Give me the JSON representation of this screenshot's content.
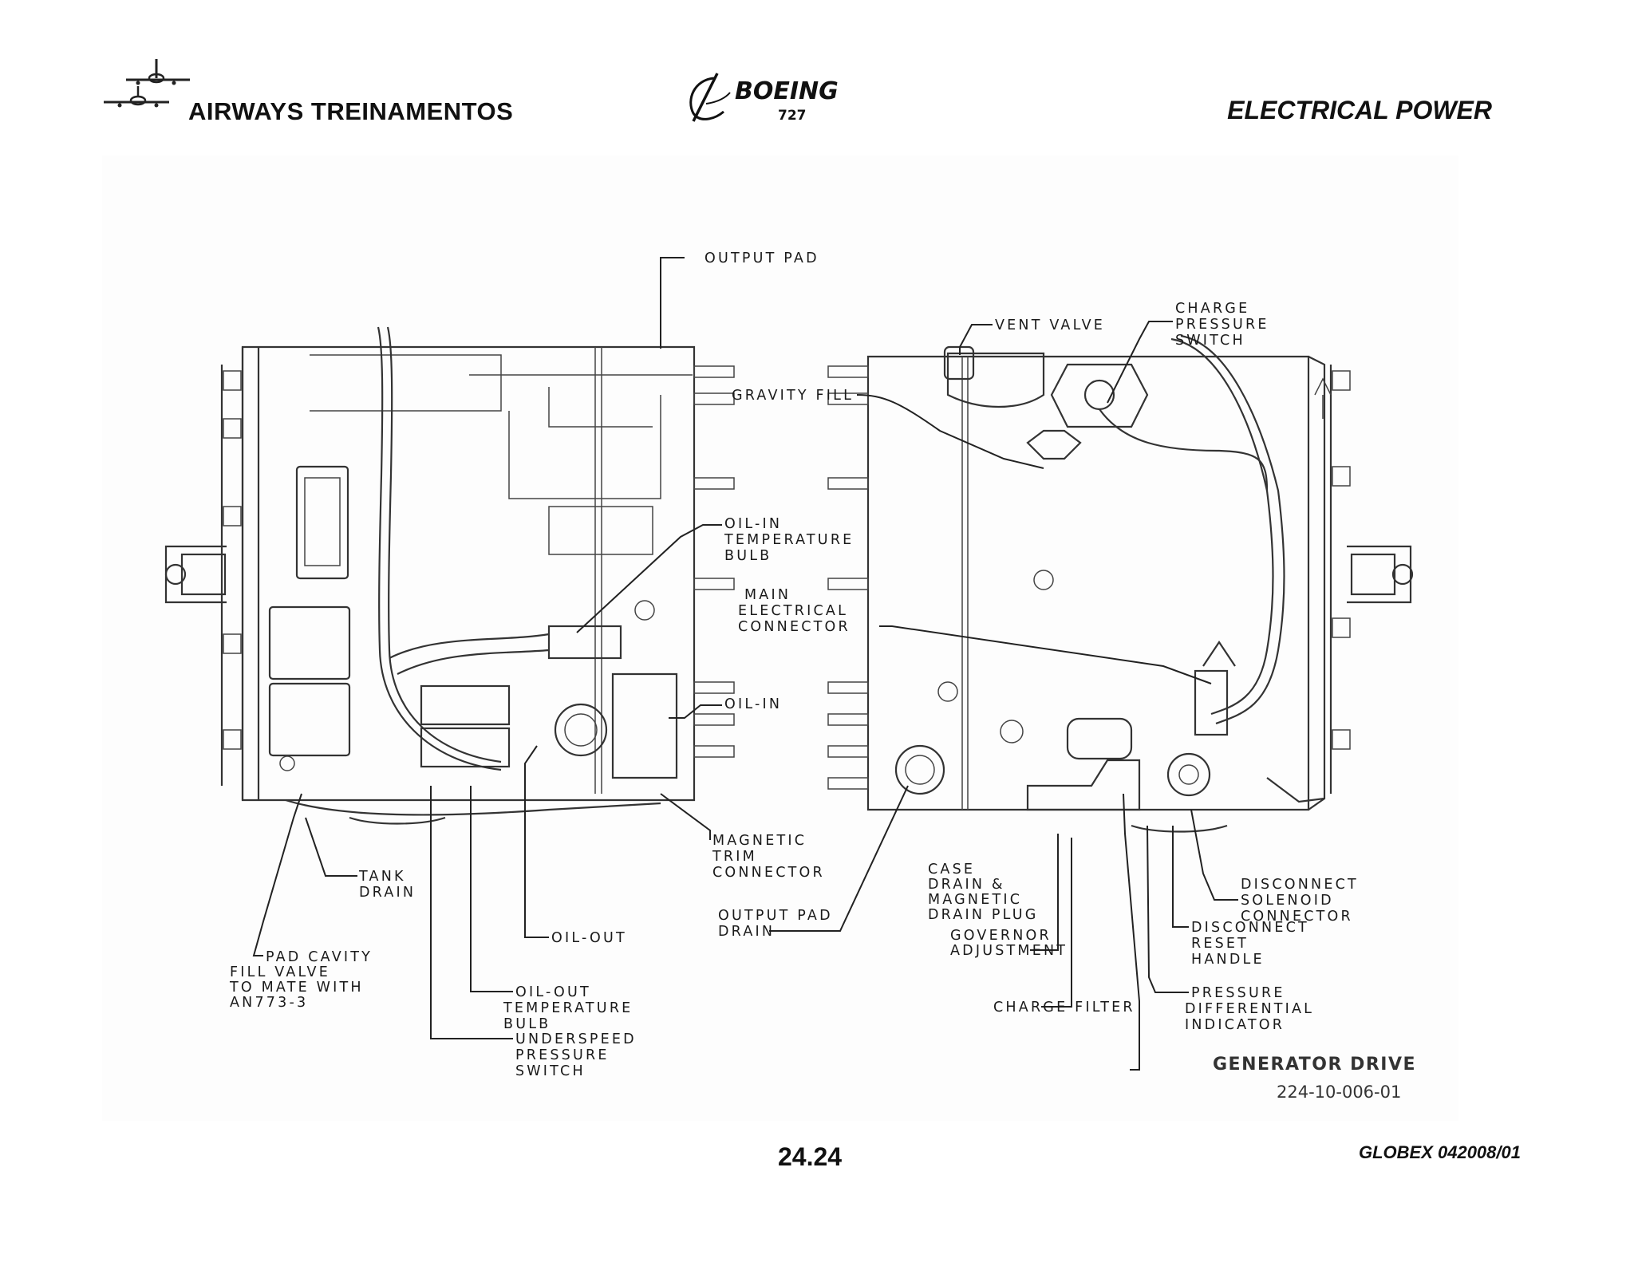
{
  "header": {
    "company": "AIRWAYS  TREINAMENTOS",
    "brand": "BOEING",
    "model": "727",
    "section": "ELECTRICAL POWER"
  },
  "figure": {
    "title": "GENERATOR DRIVE",
    "number": "224-10-006-01",
    "callouts": {
      "output_pad": "OUTPUT PAD",
      "oil_in_temp_bulb": [
        "OIL-IN",
        "TEMPERATURE",
        "BULB"
      ],
      "oil_in": "OIL-IN",
      "magnetic_trim_connector": [
        "MAGNETIC",
        "TRIM",
        "CONNECTOR"
      ],
      "tank_drain": [
        "TANK",
        "DRAIN"
      ],
      "oil_out": "OIL-OUT",
      "pad_cavity_fill_valve": [
        "PAD CAVITY",
        "FILL VALVE",
        "TO MATE WITH",
        "AN773-3"
      ],
      "oil_out_temp_bulb": [
        "OIL-OUT",
        "TEMPERATURE",
        "BULB"
      ],
      "underspeed_pressure_switch": [
        "UNDERSPEED",
        "PRESSURE",
        "SWITCH"
      ],
      "vent_valve": "VENT VALVE",
      "charge_pressure_switch": [
        "CHARGE",
        "PRESSURE",
        "SWITCH"
      ],
      "gravity_fill": "GRAVITY FILL",
      "main_electrical_connector": [
        "MAIN",
        "ELECTRICAL",
        "CONNECTOR"
      ],
      "output_pad_drain": [
        "OUTPUT PAD",
        "DRAIN"
      ],
      "case_drain": [
        "CASE",
        "DRAIN &",
        "MAGNETIC",
        "DRAIN PLUG"
      ],
      "governor_adjustment": [
        "GOVERNOR",
        "ADJUSTMENT"
      ],
      "charge_filter": "CHARGE FILTER",
      "disconnect_solenoid_connector": [
        "DISCONNECT",
        "SOLENOID",
        "CONNECTOR"
      ],
      "disconnect_reset_handle": [
        "DISCONNECT",
        "RESET",
        "HANDLE"
      ],
      "pressure_differential_indicator": [
        "PRESSURE",
        "DIFFERENTIAL",
        "INDICATOR"
      ]
    }
  },
  "footer": {
    "page_number": "24.24",
    "doc_code": "GLOBEX 042008/01"
  }
}
